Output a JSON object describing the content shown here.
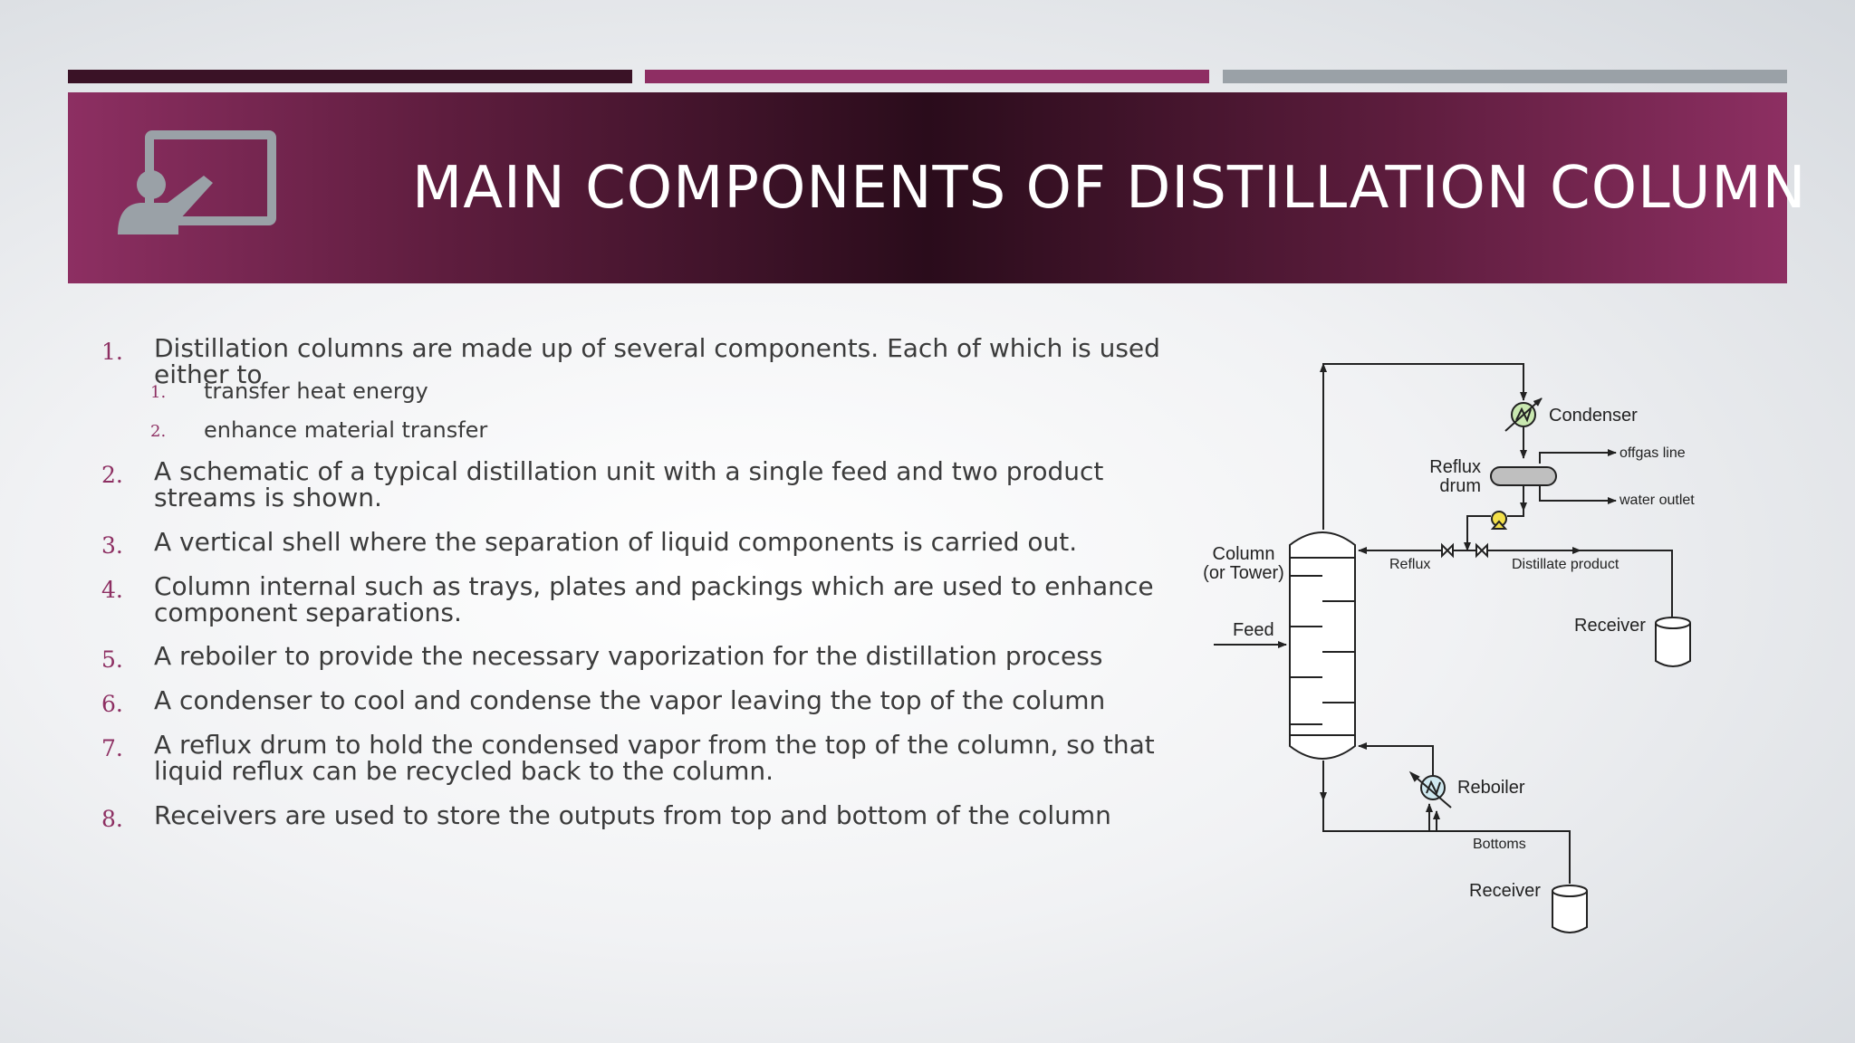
{
  "header": {
    "title": "MAIN COMPONENTS OF DISTILLATION COLUMN"
  },
  "list": {
    "items": [
      {
        "num": "1.",
        "text": "Distillation columns are made up of several  components. Each of which is used either to"
      },
      {
        "num": "1.",
        "text": "transfer heat energy"
      },
      {
        "num": "2.",
        "text": "enhance material transfer"
      },
      {
        "num": "2.",
        "text": "A schematic of a typical distillation unit with a single feed and two product streams is shown."
      },
      {
        "num": "3.",
        "text": "A vertical shell where the separation of liquid components is carried out."
      },
      {
        "num": "4.",
        "text": "Column internal such as trays, plates and packings which are used to enhance component separations."
      },
      {
        "num": "5.",
        "text": "A reboiler to provide the necessary  vaporization for the distillation process"
      },
      {
        "num": "6.",
        "text": "A condenser to cool and condense the  vapor leaving the top of the column"
      },
      {
        "num": "7.",
        "text": "A reflux drum to hold the condensed vapor from the top of the column, so that liquid reflux can be recycled back to the column."
      },
      {
        "num": "8.",
        "text": "Receivers are used to store the outputs from top and bottom of the column"
      }
    ]
  },
  "diagram": {
    "condenser": "Condenser",
    "offgas": "offgas line",
    "reflux_drum_1": "Reflux",
    "reflux_drum_2": "drum",
    "water_outlet": "water outlet",
    "column_1": "Column",
    "column_2": "(or Tower)",
    "reflux": "Reflux",
    "distillate": "Distillate product",
    "feed": "Feed",
    "receiver_top": "Receiver",
    "reboiler": "Reboiler",
    "bottoms": "Bottoms",
    "receiver_bottom": "Receiver"
  },
  "icons": {
    "presentation": "presentation-icon"
  },
  "colors": {
    "accent": "#8d2f62",
    "banner_dark": "#2a0c1b",
    "gray": "#9aa1a7"
  }
}
